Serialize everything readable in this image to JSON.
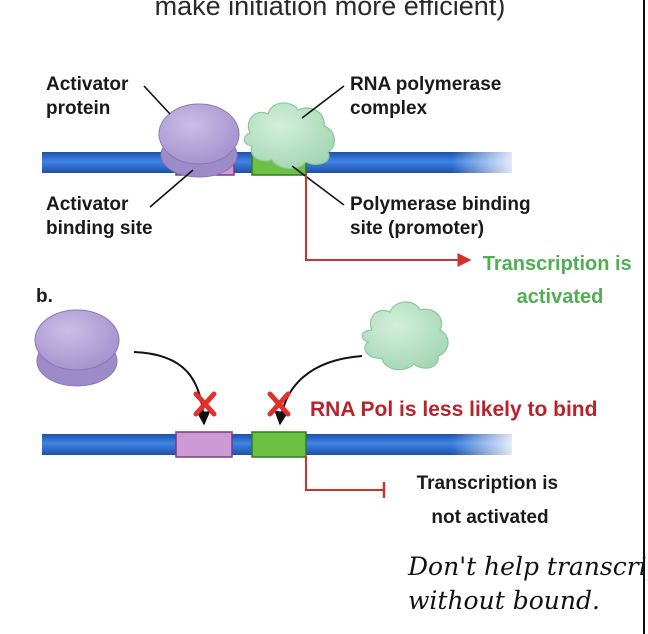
{
  "top_caption": "make initiation more efficient)",
  "panel_a": {
    "activator_label": [
      "Activator",
      "protein"
    ],
    "polymerase_label": [
      "RNA polymerase",
      "complex"
    ],
    "binding_site_label": [
      "Activator",
      "binding site"
    ],
    "promoter_label": [
      "Polymerase binding",
      "site (promoter)"
    ],
    "result": [
      "Transcription is",
      "activated"
    ]
  },
  "panel_b": {
    "panel_letter": "b.",
    "note": "RNA Pol is less likely to bind",
    "result": [
      "Transcription is",
      "not activated"
    ],
    "handwritten": [
      "Don't help transcription",
      "without bound."
    ]
  },
  "colors": {
    "dna": "#2a63c9",
    "dna_highlight": "#3e86e6",
    "activator": "#b3a2d8",
    "polymerase": "#b8e3c5",
    "activator_site": "#cc9bd6",
    "promoter": "#6cc143",
    "arrow_red": "#d0312d",
    "green_text": "#52ae55"
  }
}
